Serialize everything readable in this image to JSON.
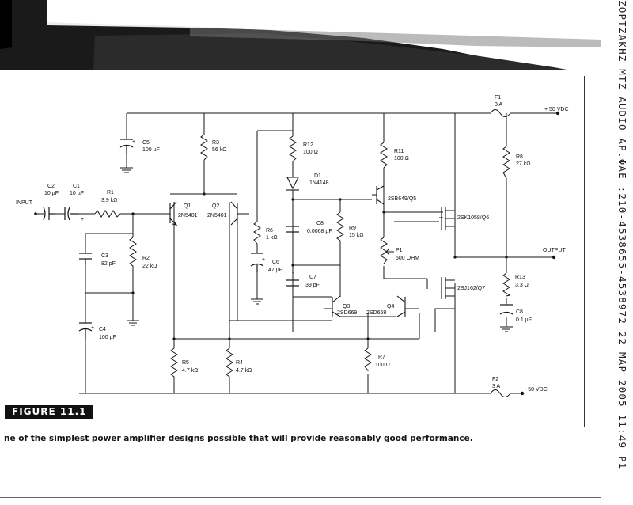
{
  "figure": {
    "tag": "FIGURE 11.1",
    "caption": "ne of the simplest power amplifier designs possible that will provide reasonably good performance."
  },
  "fax_margin": {
    "text": "ZOPTZAKHZ MTZ AUDIO   AP.ΦAE :210-4538655-4538972   22 MAP   2005 11:49   P1"
  },
  "rails": {
    "positive": "+ 50 VDC",
    "negative": "- 50 VDC",
    "input": "INPUT",
    "output": "OUTPUT"
  },
  "components": {
    "F1": [
      "F1",
      "3 A"
    ],
    "F2": [
      "F2",
      "3 A"
    ],
    "C1": [
      "C1",
      "10 µF"
    ],
    "C2": [
      "C2",
      "10 µF"
    ],
    "C3": [
      "C3",
      "82 pF"
    ],
    "C4": [
      "C4",
      "100 µF"
    ],
    "C5": [
      "C5",
      "100 µF"
    ],
    "C6": [
      "C6",
      "47 µF"
    ],
    "C7": [
      "C7",
      "39 pF"
    ],
    "C8": [
      "C8",
      "0.0068 µF"
    ],
    "C9": [
      "C8",
      "0.1 µF"
    ],
    "R1": [
      "R1",
      "3.9 kΩ"
    ],
    "R2": [
      "R2",
      "22 kΩ"
    ],
    "R3": [
      "R3",
      "56 kΩ"
    ],
    "R4": [
      "R4",
      "4.7 kΩ"
    ],
    "R5": [
      "R5",
      "4.7 kΩ"
    ],
    "R6": [
      "R6",
      "1 kΩ"
    ],
    "R7": [
      "R7",
      "100 Ω"
    ],
    "R8": [
      "R8",
      "27 kΩ"
    ],
    "R9": [
      "R9",
      "15 kΩ"
    ],
    "R11": [
      "R11",
      "100 Ω"
    ],
    "R12": [
      "R12",
      "100 Ω"
    ],
    "R13": [
      "R13",
      "3.3 Ω"
    ],
    "P1": [
      "P1",
      "500 OHM"
    ],
    "D1": [
      "D1",
      "1N4148"
    ],
    "Q1": [
      "Q1",
      "2N5401"
    ],
    "Q2": [
      "Q2",
      "2N5401"
    ],
    "Q3": [
      "Q3",
      "2SD669"
    ],
    "Q4": [
      "Q4",
      "2SD669"
    ],
    "Q5a": [
      "2SB649/Q5"
    ],
    "Q5b": [
      "2SK1058/Q6"
    ],
    "Q7": [
      "2SJ162/Q7"
    ]
  }
}
